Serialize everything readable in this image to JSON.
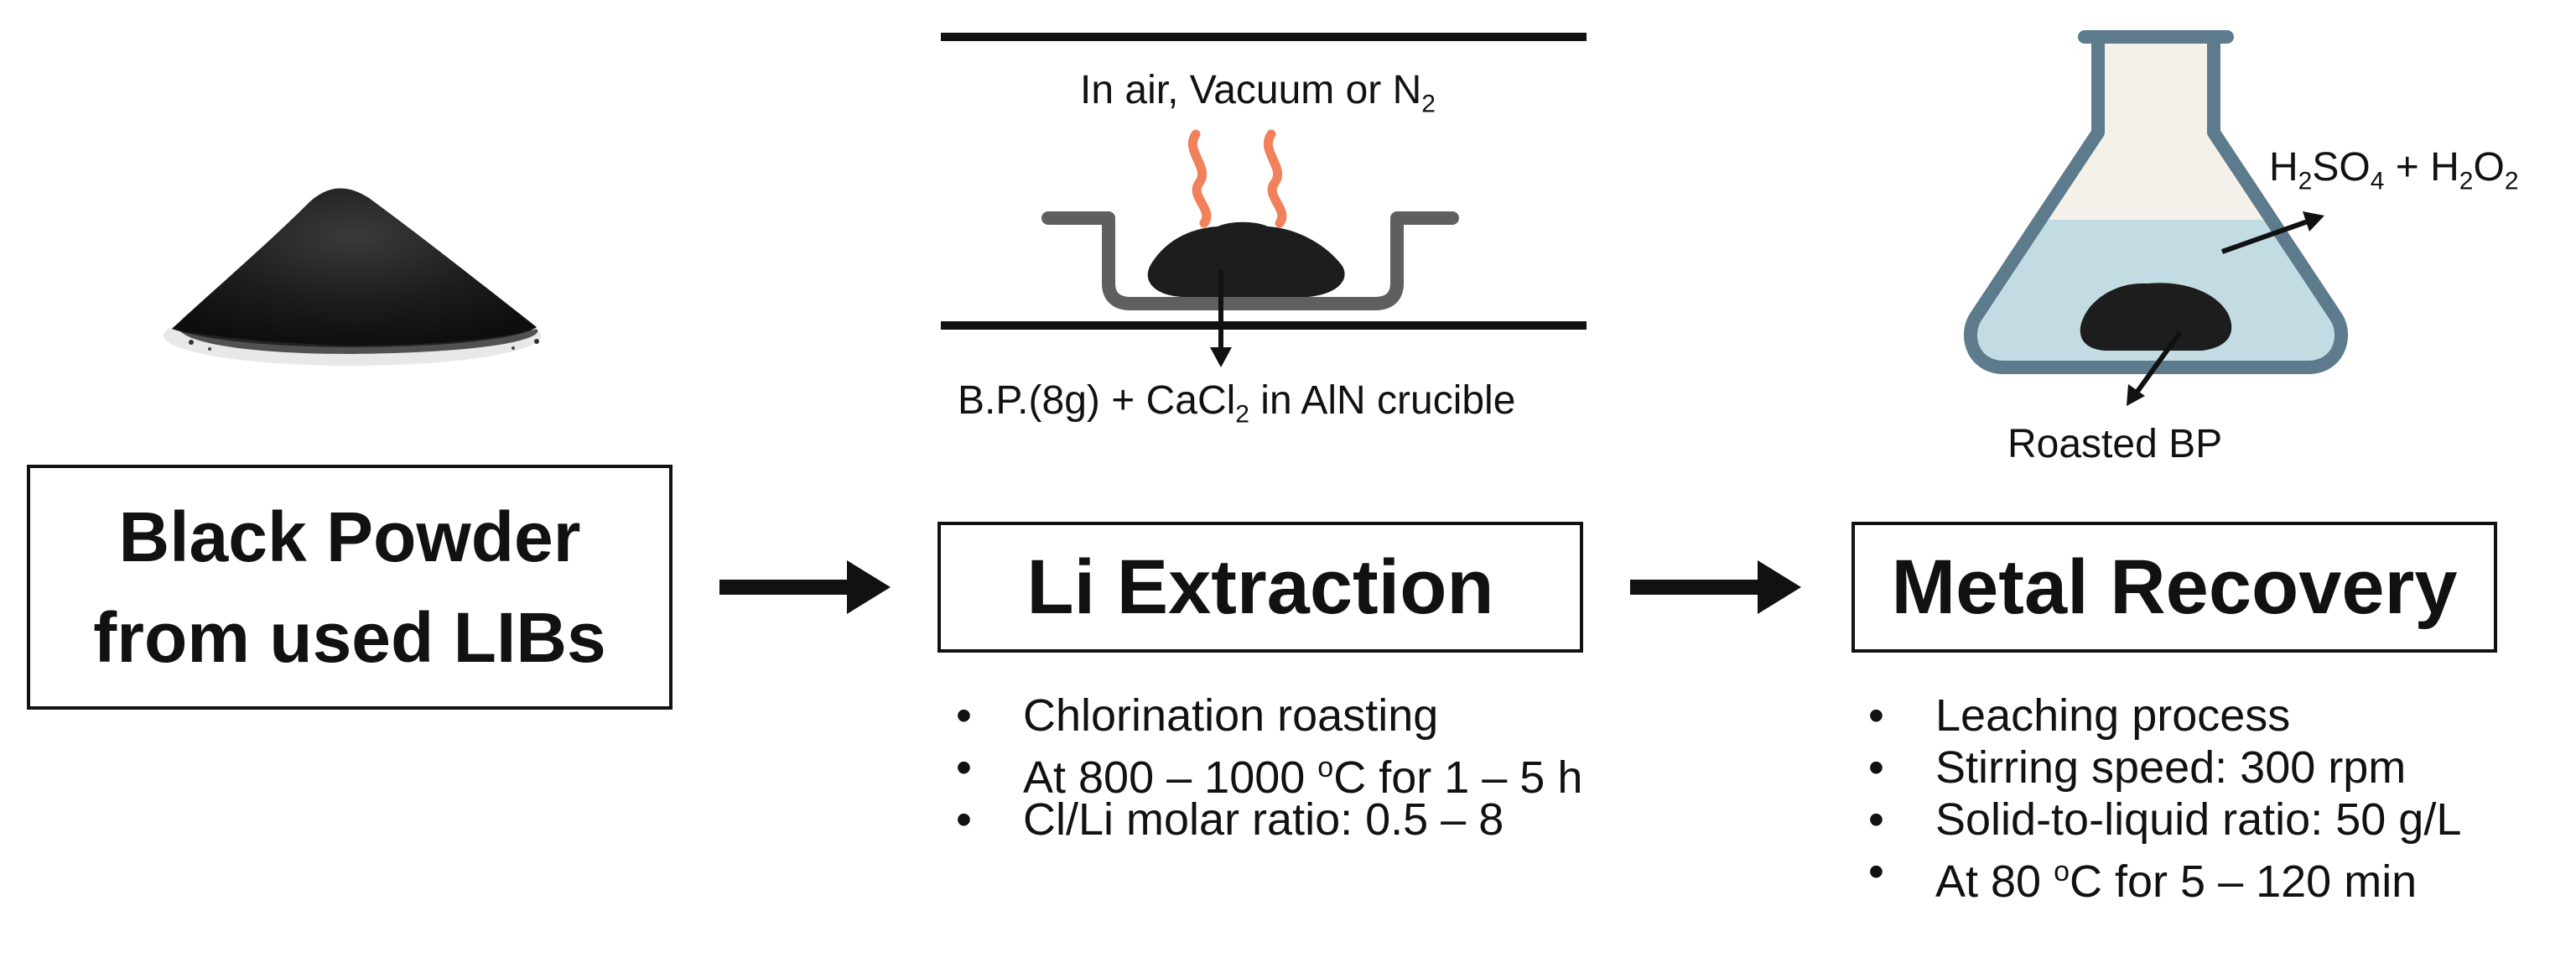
{
  "boxes": {
    "black_powder": [
      "Black Powder",
      "from used LIBs"
    ],
    "li_extraction": "Li Extraction",
    "metal_recovery": "Metal Recovery"
  },
  "furnace": {
    "atmosphere": {
      "prefix": "In air, Vacuum or N",
      "sub": "2"
    },
    "crucible": {
      "prefix": "B.P.(8g) + CaCl",
      "sub": "2",
      "suffix": " in AlN crucible"
    }
  },
  "flask": {
    "reagent": {
      "a": "H",
      "a_sub": "2",
      "b": "SO",
      "b_sub": "4",
      "c": " + H",
      "c_sub": "2",
      "d": "O",
      "d_sub": "2"
    },
    "solid_label": "Roasted BP"
  },
  "li_bullets": [
    {
      "pre": "Chlorination roasting"
    },
    {
      "pre": "At 800 – 1000 ",
      "sup": "o",
      "post": "C for 1 – 5 h"
    },
    {
      "pre": "Cl/Li molar ratio: 0.5 – 8"
    }
  ],
  "mr_bullets": [
    {
      "pre": "Leaching process"
    },
    {
      "pre": "Stirring speed: 300 rpm"
    },
    {
      "pre": "Solid-to-liquid ratio: 50 g/L"
    },
    {
      "pre": "At 80 ",
      "sup": "o",
      "post": "C for 5 – 120 min"
    }
  ],
  "colors": {
    "flame": "#f2805a",
    "crucible": "#5f5f5f",
    "flask_outline": "#5d7b8c",
    "solution": "#c3dce3",
    "flask_air": "#f3f1ea",
    "powder": "#1d1d1d"
  }
}
